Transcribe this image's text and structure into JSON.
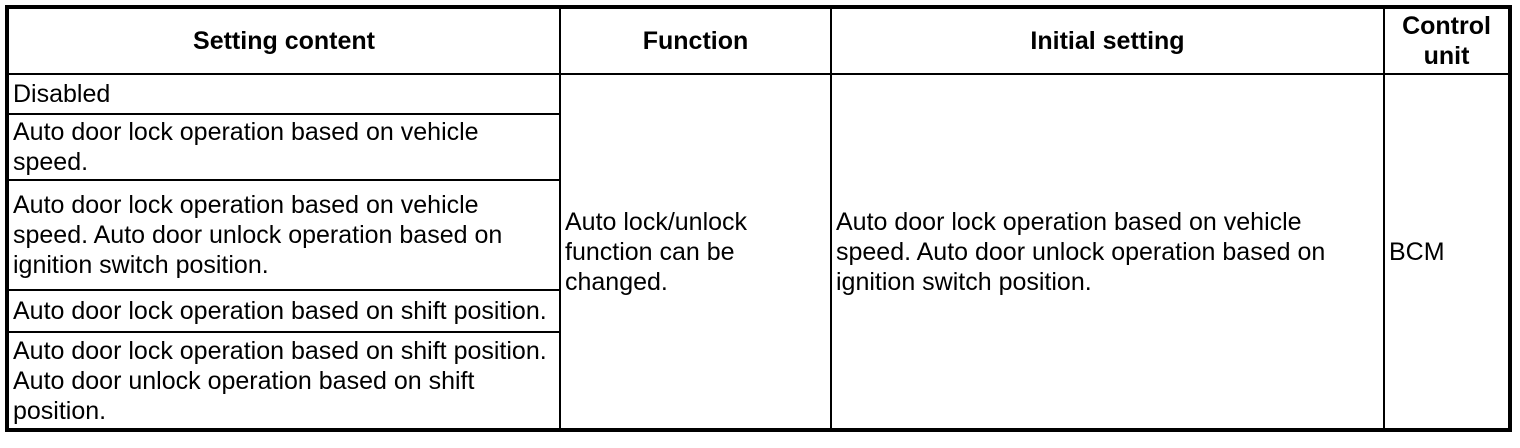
{
  "table": {
    "headers": {
      "setting_content": "Setting content",
      "function": "Function",
      "initial_setting": "Initial setting",
      "control_unit": "Control unit"
    },
    "setting_rows": [
      "Disabled",
      "Auto door lock operation based on vehicle speed.",
      "Auto door lock operation based on vehicle speed. Auto door unlock operation based on ignition switch position.",
      "Auto door lock operation based on shift position.",
      "Auto door lock operation based on shift position. Auto door unlock operation based on shift position."
    ],
    "function_text": "Auto lock/unlock function can be changed.",
    "initial_setting_text": "Auto door lock operation based on vehicle speed. Auto door unlock operation based on ignition switch position.",
    "control_unit_text": "BCM"
  },
  "colors": {
    "border": "#000000",
    "background": "#ffffff",
    "text": "#000000"
  }
}
